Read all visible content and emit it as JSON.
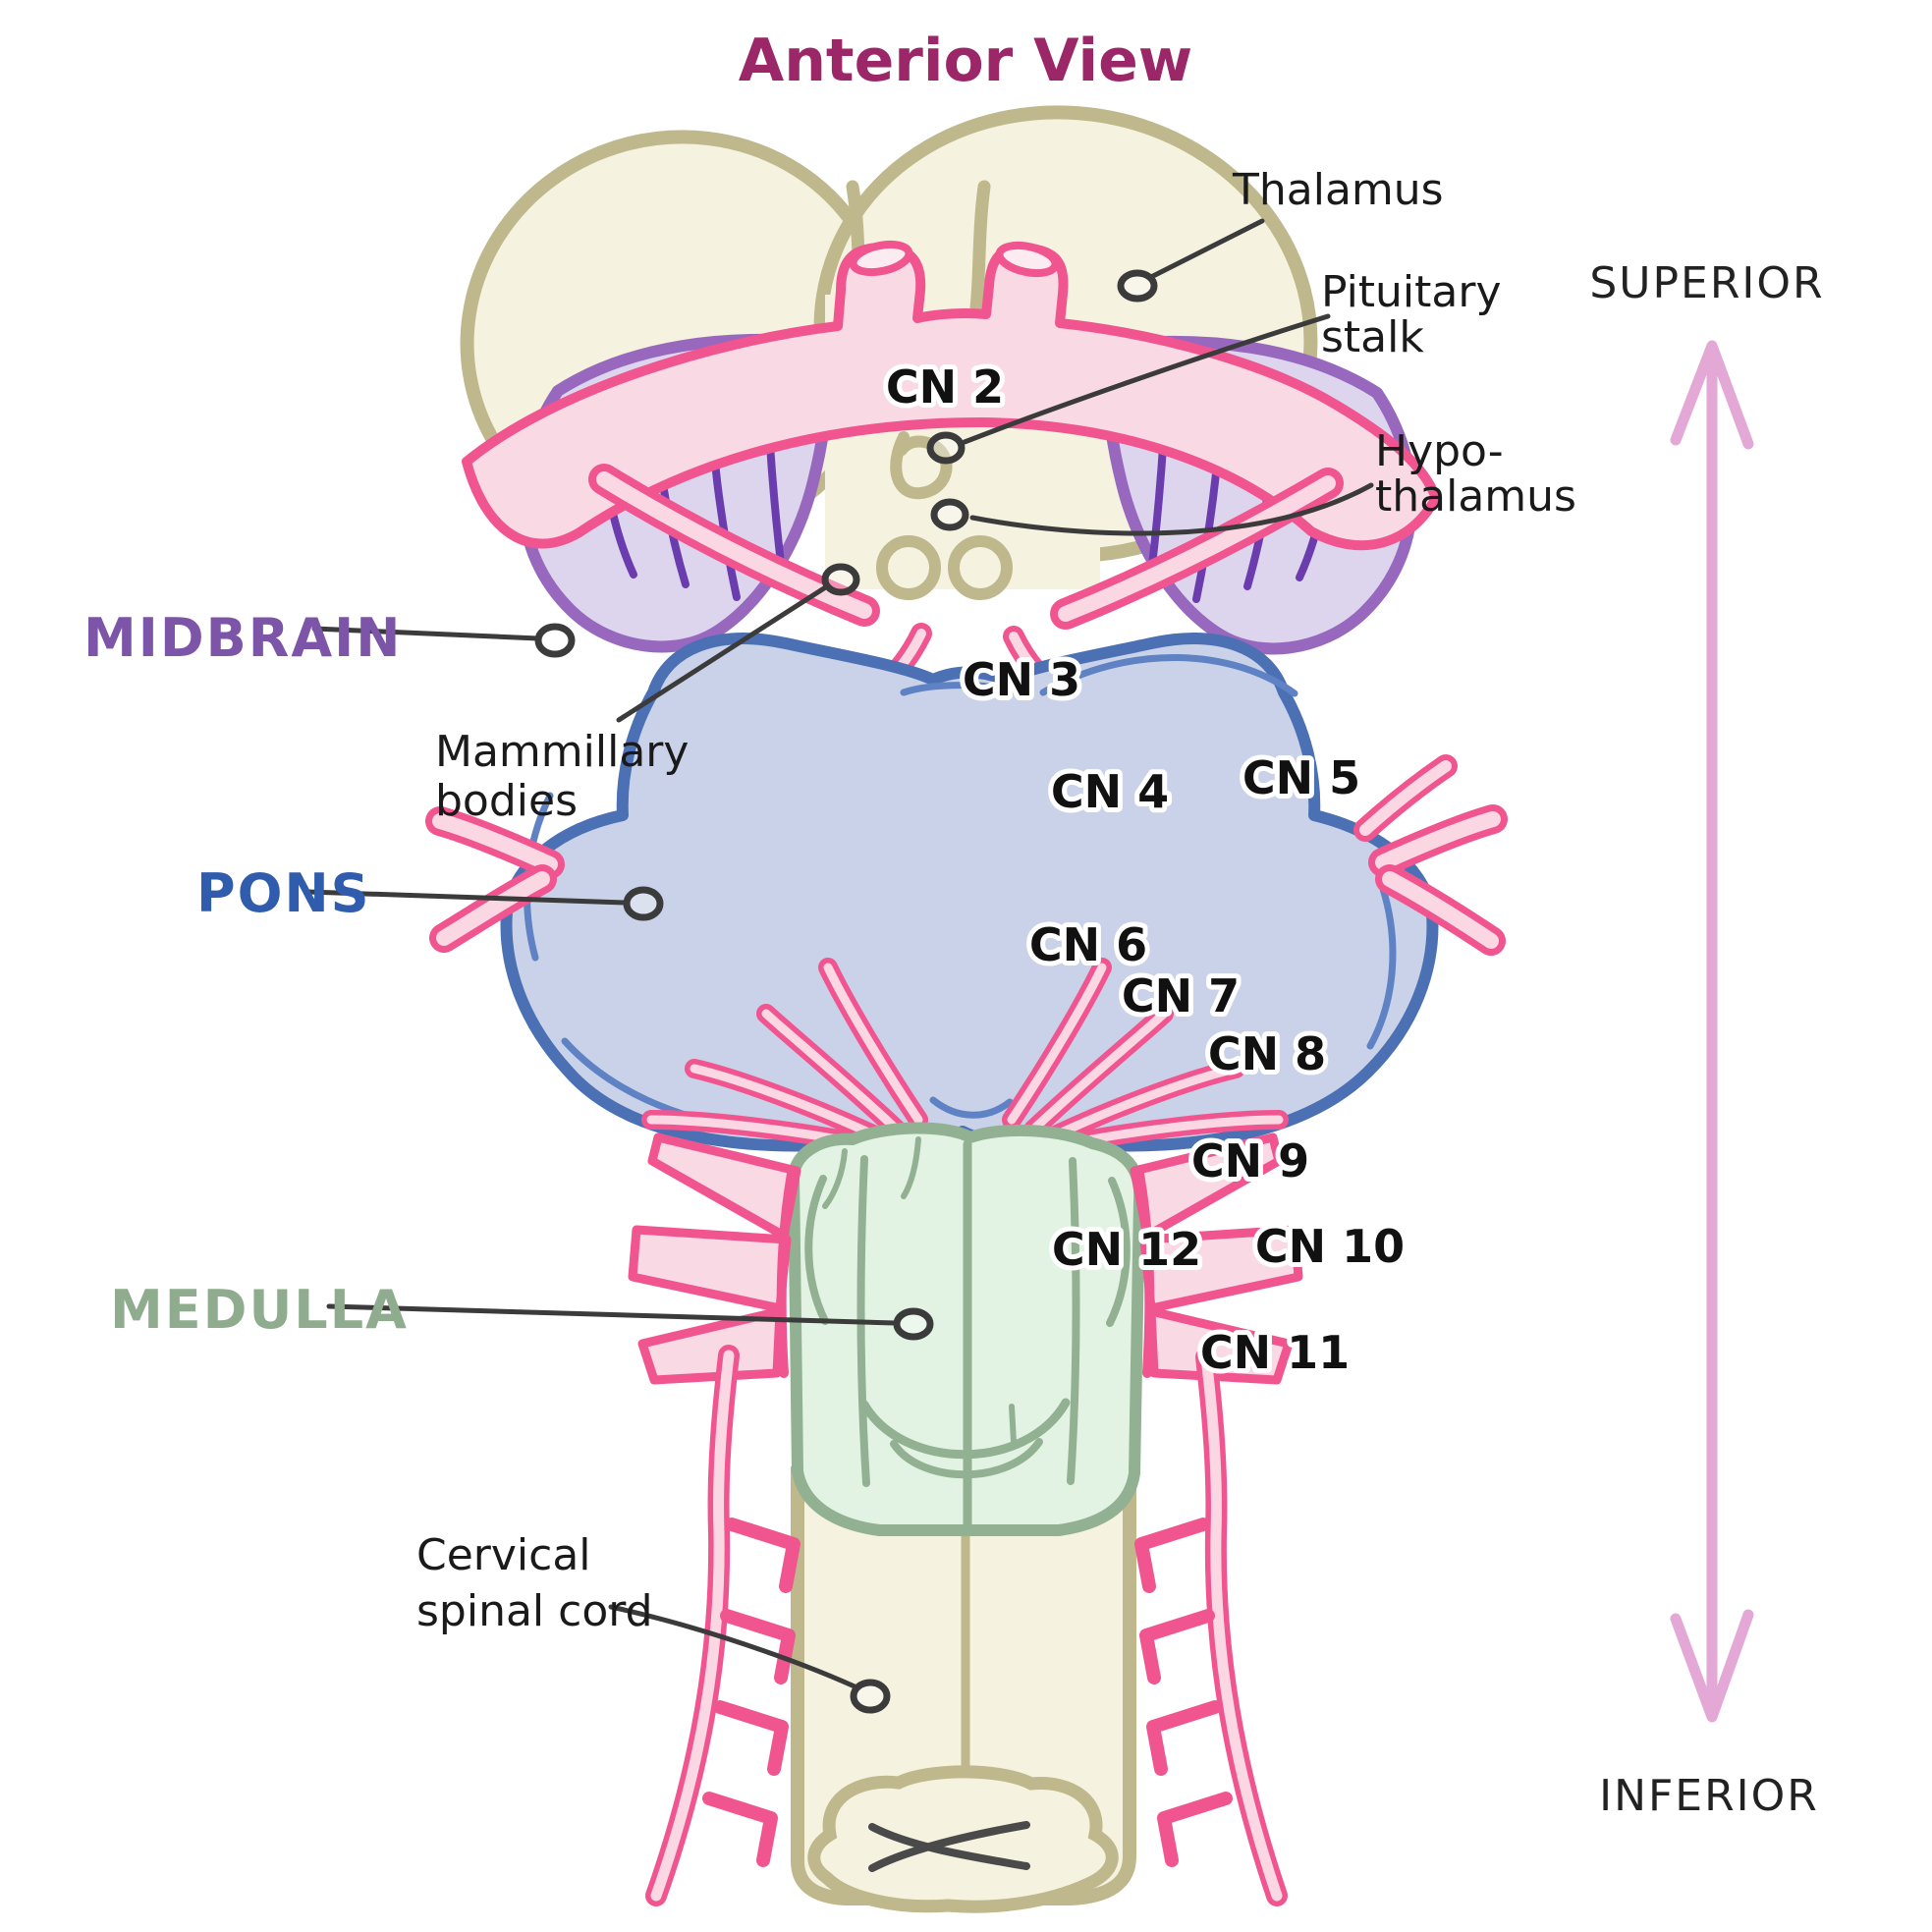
{
  "title": "Anterior View",
  "regions": {
    "midbrain": "MIDBRAIN",
    "pons": "PONS",
    "medulla": "MEDULLA"
  },
  "labels": {
    "thalamus": "Thalamus",
    "pituitary_stalk": [
      "Pituitary",
      "stalk"
    ],
    "hypothalamus": [
      "Hypo-",
      "thalamus"
    ],
    "mammillary_bodies": [
      "Mammillary",
      "bodies"
    ],
    "cervical_spinal_cord": [
      "Cervical",
      "spinal cord"
    ]
  },
  "cranial_nerves": {
    "cn2": "CN 2",
    "cn3": "CN 3",
    "cn4": "CN 4",
    "cn5": "CN 5",
    "cn6": "CN 6",
    "cn7": "CN 7",
    "cn8": "CN 8",
    "cn9": "CN 9",
    "cn10": "CN 10",
    "cn11": "CN 11",
    "cn12": "CN 12"
  },
  "orientation": {
    "superior": "SUPERIOR",
    "inferior": "INFERIOR"
  },
  "colors": {
    "title_text": "#9B2768",
    "midbrain_label": "#7C54A8",
    "pons_label": "#2F5CAD",
    "medulla_label": "#8FAC8E",
    "thalamus_fill": "#F5F2DF",
    "thalamus_outline": "#BFB88C",
    "midbrain_fill": "#DDD4EE",
    "midbrain_outline": "#9768BE",
    "midbrain_striation": "#6A3CAE",
    "pons_fill": "#C9D2E8",
    "pons_outline": "#4C70B4",
    "medulla_fill": "#E2F3E3",
    "medulla_outline": "#92B092",
    "nerve_fill": "#F9D9E4",
    "nerve_outline": "#F0558F",
    "nerve_highlight": "#FBD7E3",
    "orientation_arrow": "#E3A8D5",
    "leader_line": "#3B3B3B",
    "label_text": "#1A1A1A"
  }
}
